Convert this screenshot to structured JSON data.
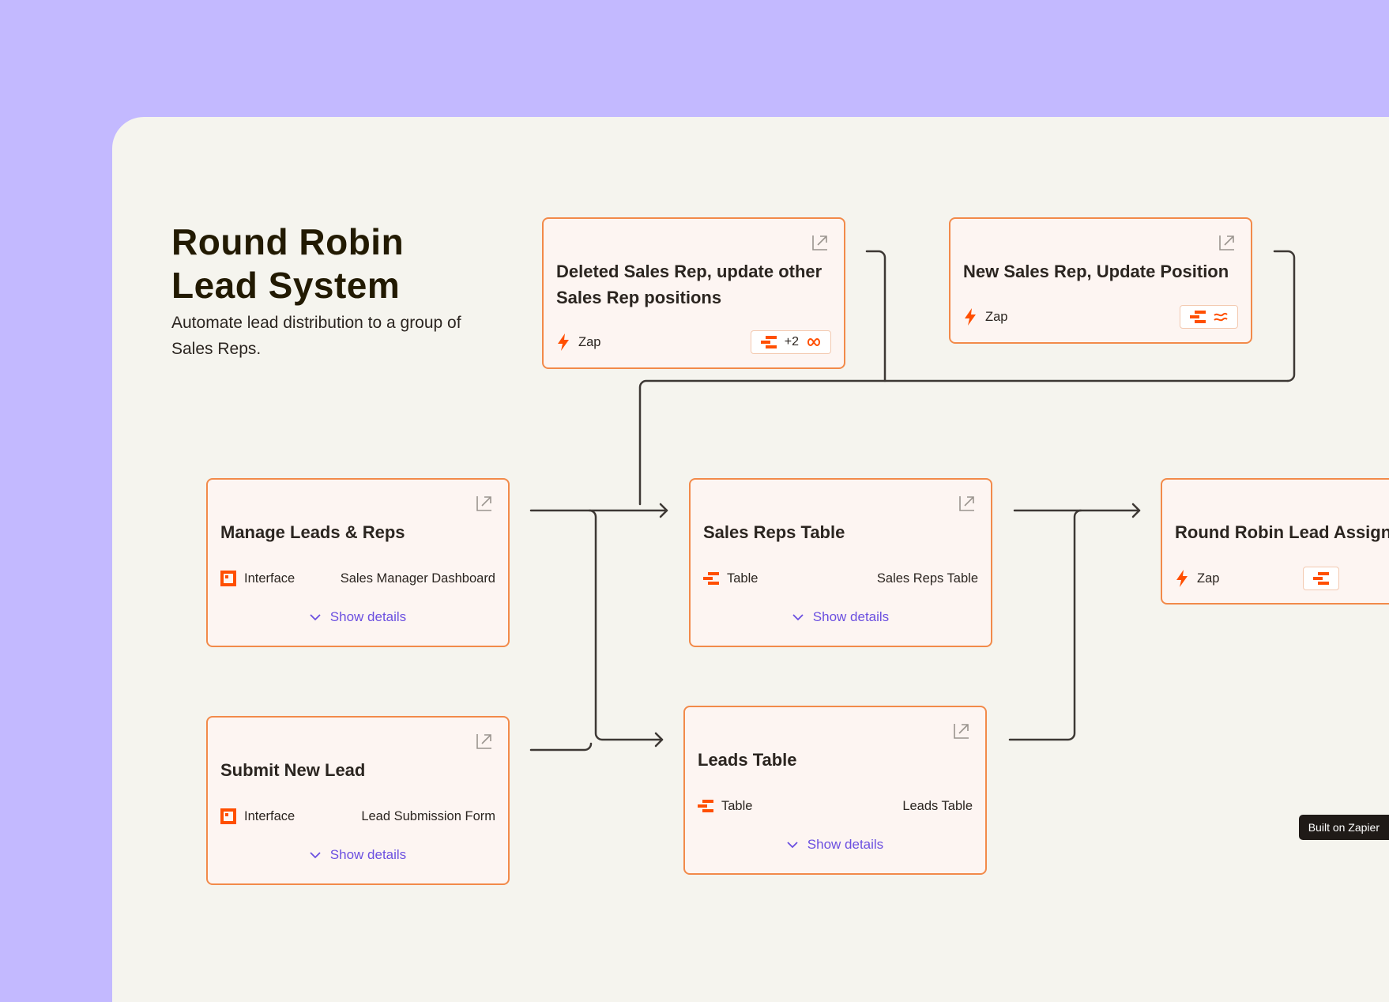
{
  "header": {
    "title_line1": "Round Robin",
    "title_line2": "Lead System",
    "subtitle": "Automate lead distribution to a group of Sales Reps."
  },
  "colors": {
    "background": "#c3b9ff",
    "canvas": "#f5f4ee",
    "card_border": "#f28a4a",
    "accent_orange": "#ff4f00",
    "link": "#6b4fe0",
    "connector": "#3d3834"
  },
  "cards": {
    "deleted_rep": {
      "title_line1": "Deleted Sales Rep, update other",
      "title_line2": "Sales Rep positions",
      "type": "Zap",
      "badge_more": "+2",
      "icon": "external-link-icon"
    },
    "new_rep": {
      "title": "New Sales Rep, Update Position",
      "type": "Zap"
    },
    "manage": {
      "title": "Manage Leads & Reps",
      "type": "Interface",
      "value": "Sales Manager Dashboard",
      "show": "Show details"
    },
    "sales_table": {
      "title": "Sales Reps Table",
      "type": "Table",
      "value": "Sales Reps Table",
      "show": "Show details"
    },
    "round_robin": {
      "title": "Round Robin Lead Assignment",
      "type": "Zap"
    },
    "submit": {
      "title": "Submit New Lead",
      "type": "Interface",
      "value": "Lead Submission Form",
      "show": "Show details"
    },
    "leads_table": {
      "title": "Leads Table",
      "type": "Table",
      "value": "Leads Table",
      "show": "Show details"
    }
  },
  "footer": {
    "built_label": "Built on Zapier"
  }
}
